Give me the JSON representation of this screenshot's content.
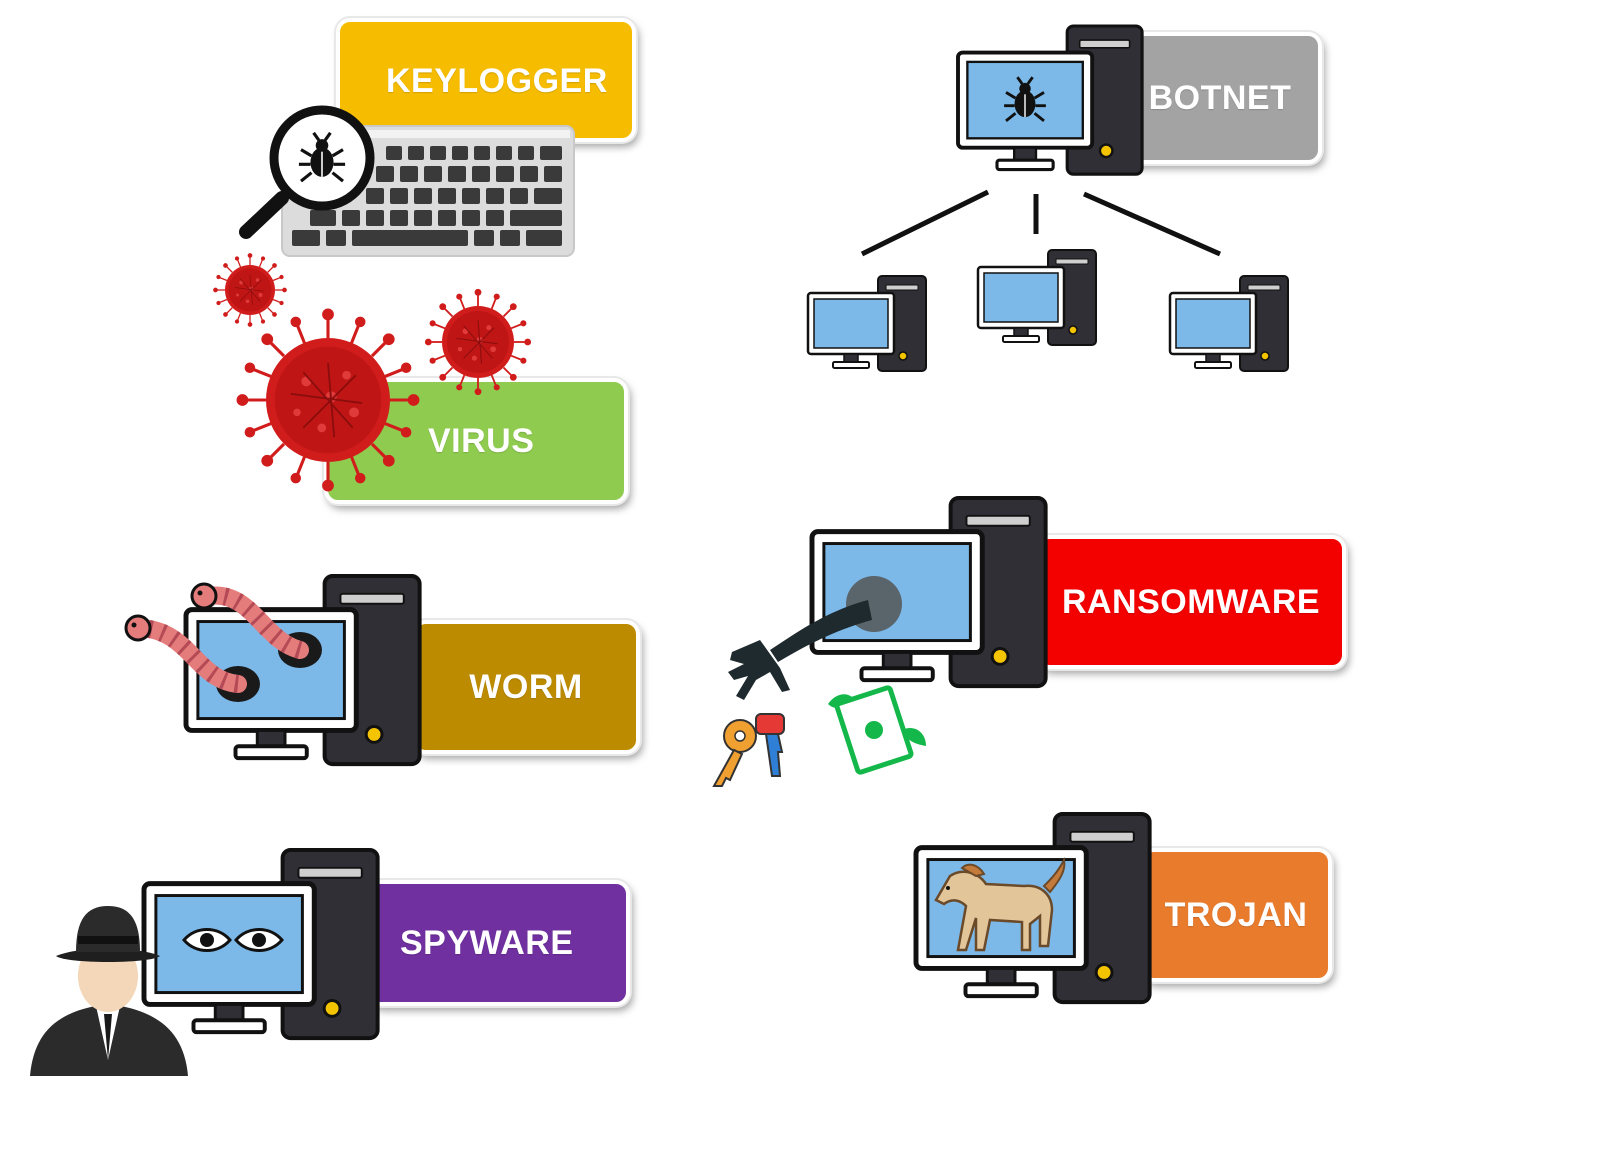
{
  "labels": {
    "keylogger": "KEYLOGGER",
    "botnet": "BOTNET",
    "virus": "VIRUS",
    "worm": "WORM",
    "ransomware": "RANSOMWARE",
    "spyware": "SPYWARE",
    "trojan": "TROJAN"
  },
  "colors": {
    "keylogger": "#f6bc00",
    "botnet": "#a3a3a3",
    "virus": "#8fcb4f",
    "worm": "#bd8b00",
    "ransomware": "#f30000",
    "spyware": "#7030a0",
    "trojan": "#e97b2d",
    "screen": "#7cb8e8",
    "virus_red": "#d11c1c"
  },
  "icons": [
    "keyboard-icon",
    "magnifier-bug-icon",
    "virus-icon",
    "computer-icon",
    "network-line-icon",
    "worm-icon",
    "spy-icon",
    "eyes-icon",
    "hand-icon",
    "keys-icon",
    "flying-money-icon",
    "horse-icon"
  ]
}
